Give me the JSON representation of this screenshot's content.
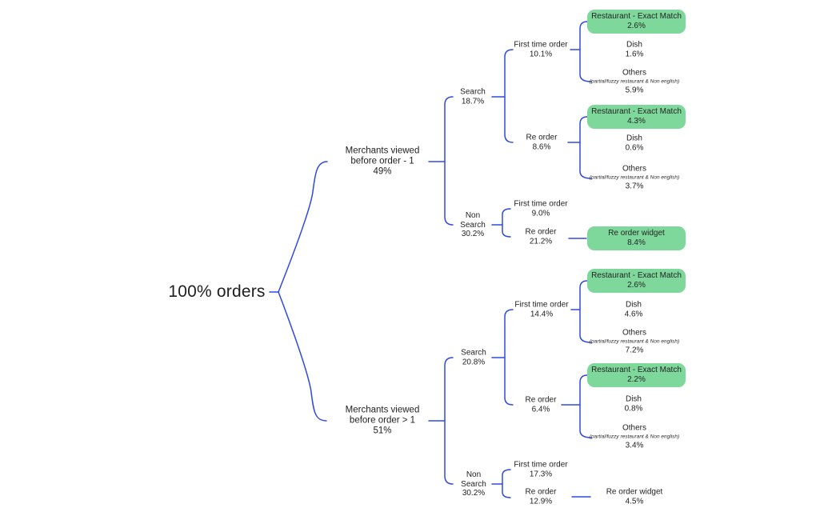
{
  "colors": {
    "line_blue": "#2e4ae0",
    "box_green": "#7ed89b",
    "text": "#1f1f1f"
  },
  "root": {
    "label": "100% orders"
  },
  "branch1": {
    "merchant": {
      "l1": "Merchants viewed",
      "l2": "before order - 1",
      "value": "49%"
    },
    "search": {
      "l1": "Search",
      "value": "18.7%"
    },
    "non_search": {
      "l1": "Non",
      "l2": "Search",
      "value": "30.2%"
    },
    "search_fto": {
      "l1": "First time order",
      "value": "10.1%"
    },
    "search_ro": {
      "l1": "Re order",
      "value": "8.6%"
    },
    "ns_fto": {
      "l1": "First time order",
      "value": "9.0%"
    },
    "ns_ro": {
      "l1": "Re order",
      "value": "21.2%"
    },
    "fto_restaurant": {
      "l1": "Restaurant - Exact Match",
      "value": "2.6%"
    },
    "fto_dish": {
      "l1": "Dish",
      "value": "1.6%"
    },
    "fto_others": {
      "l1": "Others",
      "sub": "(partial/fuzzy restaurant & Non english)",
      "value": "5.9%"
    },
    "ro_restaurant": {
      "l1": "Restaurant - Exact Match",
      "value": "4.3%"
    },
    "ro_dish": {
      "l1": "Dish",
      "value": "0.6%"
    },
    "ro_others": {
      "l1": "Others",
      "sub": "(partial/fuzzy restaurant & Non english)",
      "value": "3.7%"
    },
    "widget": {
      "l1": "Re order widget",
      "value": "8.4%"
    }
  },
  "branch2": {
    "merchant": {
      "l1": "Merchants viewed",
      "l2": "before order > 1",
      "value": "51%"
    },
    "search": {
      "l1": "Search",
      "value": "20.8%"
    },
    "non_search": {
      "l1": "Non",
      "l2": "Search",
      "value": "30.2%"
    },
    "search_fto": {
      "l1": "First time order",
      "value": "14.4%"
    },
    "search_ro": {
      "l1": "Re order",
      "value": "6.4%"
    },
    "ns_fto": {
      "l1": "First time order",
      "value": "17.3%"
    },
    "ns_ro": {
      "l1": "Re order",
      "value": "12.9%"
    },
    "fto_restaurant": {
      "l1": "Restaurant - Exact Match",
      "value": "2.6%"
    },
    "fto_dish": {
      "l1": "Dish",
      "value": "4.6%"
    },
    "fto_others": {
      "l1": "Others",
      "sub": "(partial/fuzzy restaurant & Non english)",
      "value": "7.2%"
    },
    "ro_restaurant": {
      "l1": "Restaurant - Exact Match",
      "value": "2.2%"
    },
    "ro_dish": {
      "l1": "Dish",
      "value": "0.8%"
    },
    "ro_others": {
      "l1": "Others",
      "sub": "(partial/fuzzy restaurant & Non english)",
      "value": "3.4%"
    },
    "widget": {
      "l1": "Re order widget",
      "value": "4.5%"
    }
  }
}
